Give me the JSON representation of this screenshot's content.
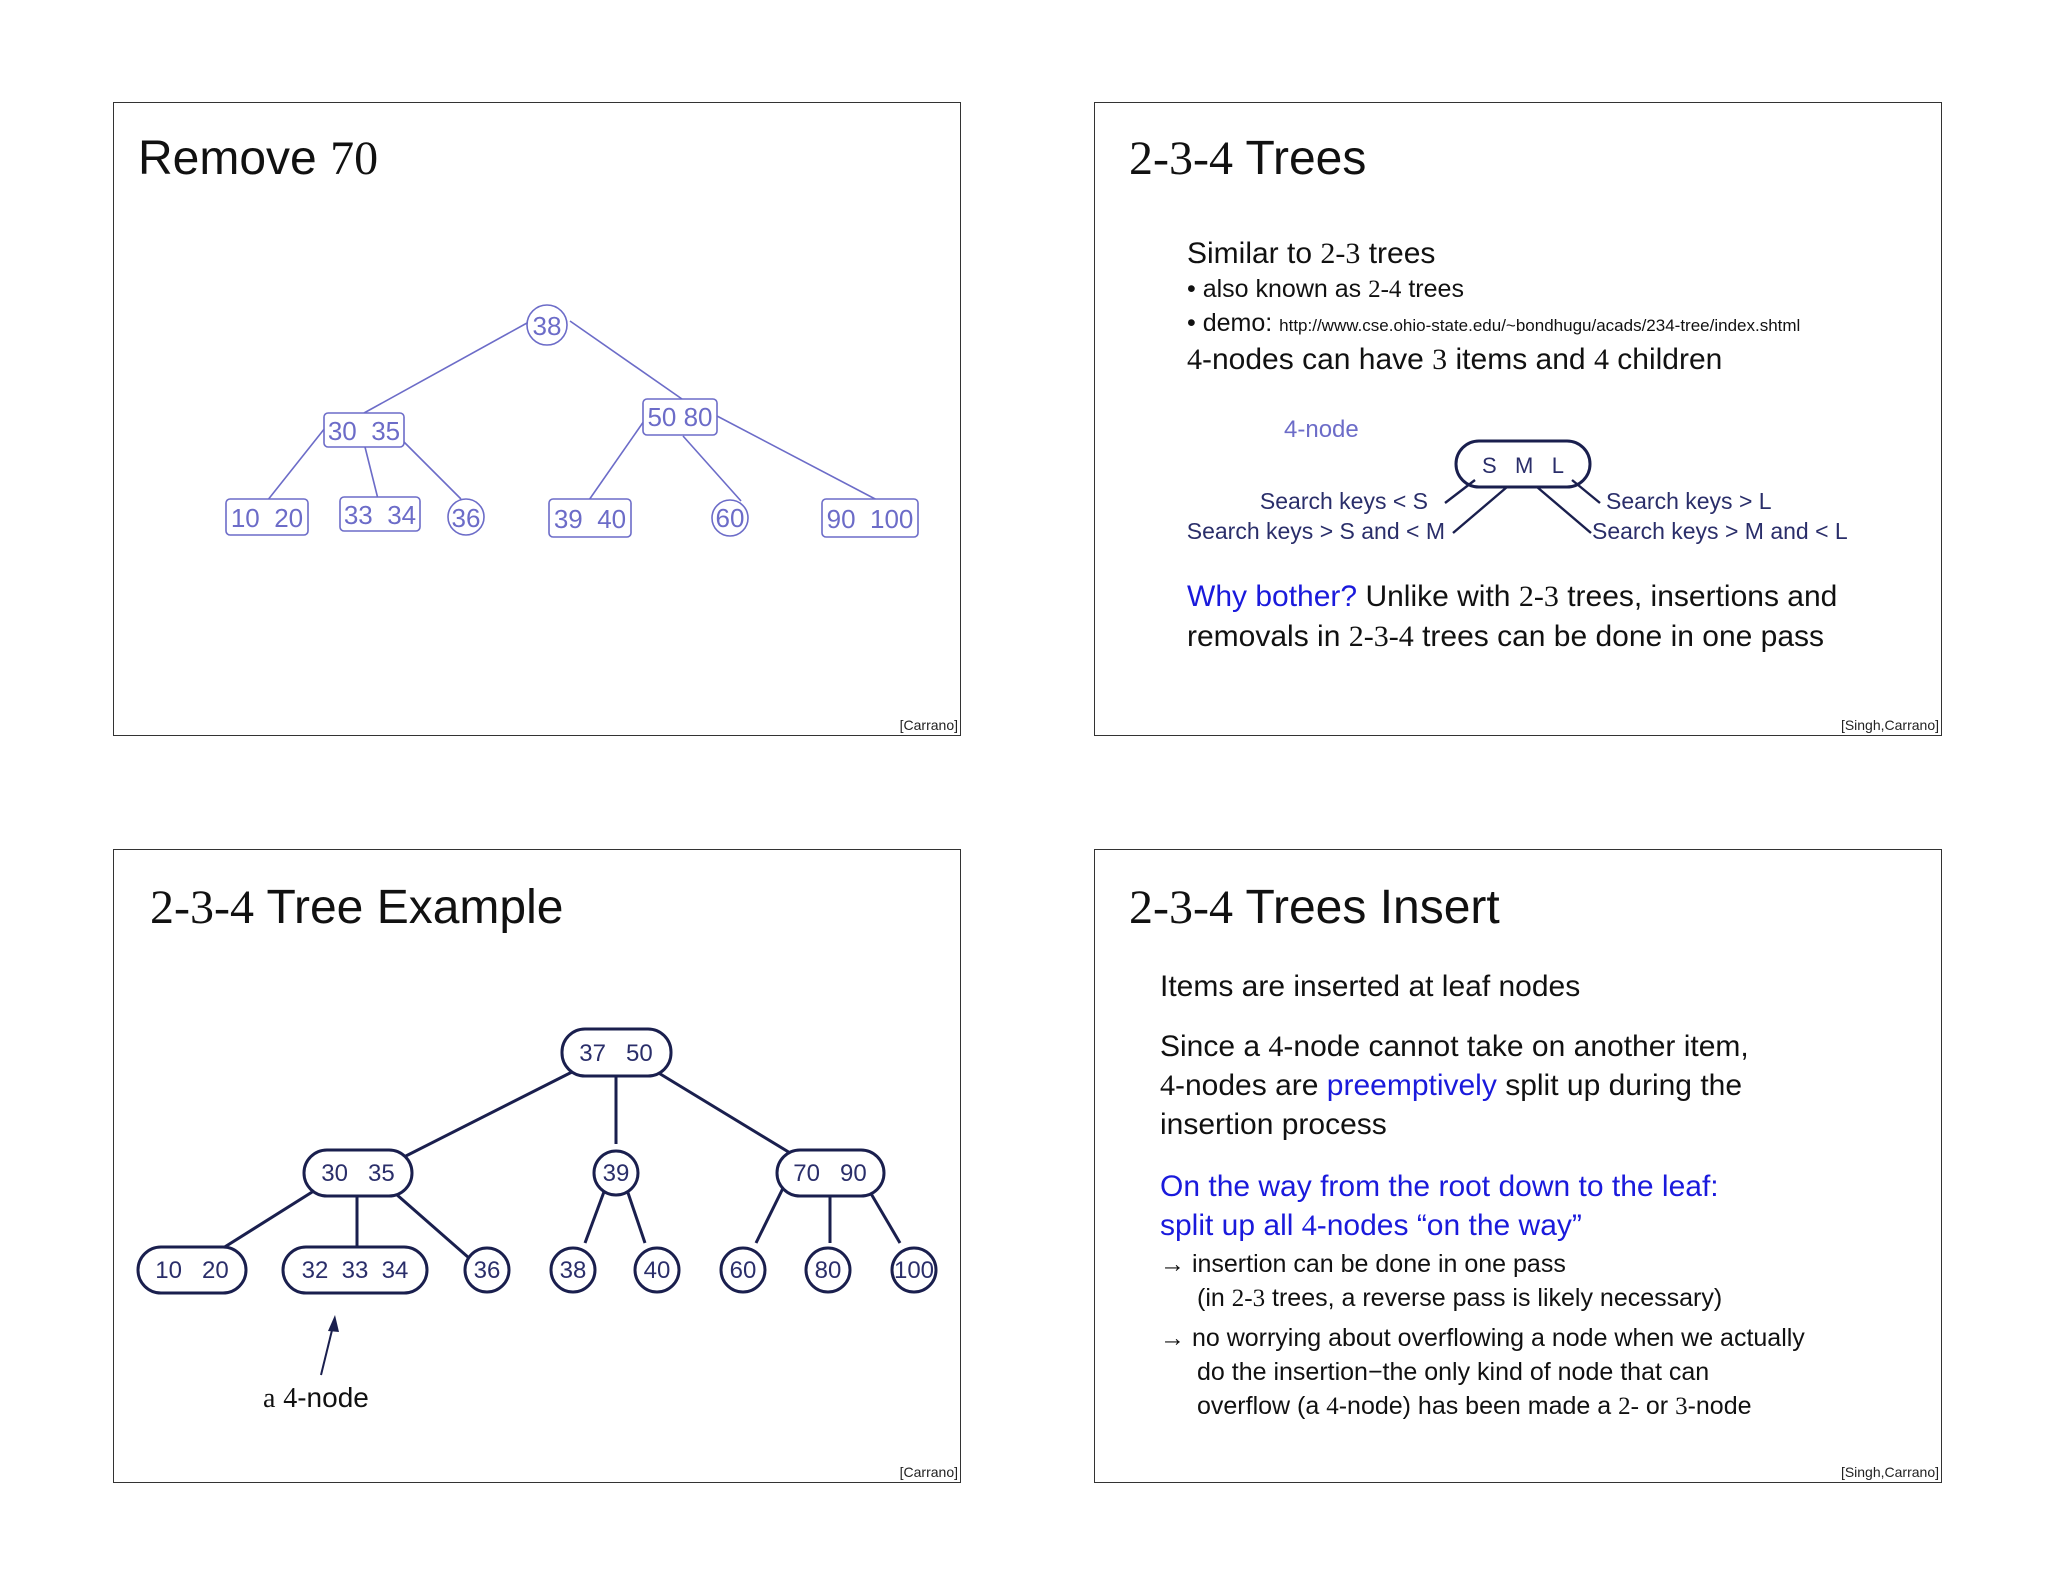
{
  "slide1": {
    "title_word": "Remove",
    "title_num": "70",
    "credit": "[Carrano]",
    "root": "38",
    "level1": [
      "30  35",
      "50 80"
    ],
    "leaves": [
      "10  20",
      "33  34",
      "36",
      "39  40",
      "60",
      "90  100"
    ]
  },
  "slide2": {
    "title_num": "2-3-4",
    "title_word": "Trees",
    "line1_a": "Similar to",
    "line1_num": "2-3",
    "line1_b": "trees",
    "bullet1_a": "• also known as",
    "bullet1_num": "2-4",
    "bullet1_b": "trees",
    "bullet2_label": "• demo:",
    "bullet2_url": "http://www.cse.ohio-state.edu/~bondhugu/acads/234-tree/index.shtml",
    "line2_num1": "4",
    "line2_a": "-nodes can have",
    "line2_num2": "3",
    "line2_b": "items and",
    "line2_num3": "4",
    "line2_c": "children",
    "node_label": "4-node",
    "node_keys": "S   M   L",
    "ann_left1": "Search keys < S",
    "ann_left2": "Search keys > S and < M",
    "ann_right1": "Search keys > L",
    "ann_right2": "Search keys > M and < L",
    "why": "Why bother?",
    "why_rest_a": "Unlike with",
    "why_num": "2-3",
    "why_rest_b": "trees, insertions and",
    "why_line2_a": "removals in",
    "why_line2_num": "2-3-4",
    "why_line2_b": "trees can be done in one pass",
    "credit": "[Singh,Carrano]"
  },
  "slide3": {
    "title_num": "2-3-4",
    "title_word": "Tree Example",
    "credit": "[Carrano]",
    "root": "37   50",
    "level1": [
      "30   35",
      "39",
      "70   90"
    ],
    "leaves": [
      "10   20",
      "32  33  34",
      "36",
      "38",
      "40",
      "60",
      "80",
      "100"
    ],
    "pointer_a": "a",
    "pointer_num": "4",
    "pointer_b": "-node"
  },
  "slide4": {
    "title_num": "2-3-4",
    "title_word": "Trees Insert",
    "p1": "Items are inserted at leaf nodes",
    "p2_l1_a": "Since a",
    "p2_l1_num": "4",
    "p2_l1_b": "-node cannot take on another item,",
    "p2_l2_num": "4",
    "p2_l2_a": "-nodes are",
    "p2_l2_blue": "preemptively",
    "p2_l2_b": "split up during the",
    "p2_l3": "insertion process",
    "p3_l1": "On the way from the root down to the leaf:",
    "p3_l2_a": "split up all",
    "p3_l2_num": "4",
    "p3_l2_b": "-nodes “on the way”",
    "arrow1_l1": "→ insertion can be done in one pass",
    "arrow1_l2_a": "(in",
    "arrow1_l2_num": "2-3",
    "arrow1_l2_b": "trees, a reverse pass is likely necessary)",
    "arrow2_l1": "→  no worrying about overflowing a node when we actually",
    "arrow2_l2": "do the insertion−the only kind of node that can",
    "arrow2_l3_a": "overflow (a",
    "arrow2_l3_num1": "4",
    "arrow2_l3_b": "-node) has been made a",
    "arrow2_l3_num2": "2-",
    "arrow2_l3_c": "or",
    "arrow2_l3_num3": "3",
    "arrow2_l3_d": "-node",
    "credit": "[Singh,Carrano]"
  },
  "colors": {
    "tree_purple": "#6c6cc8",
    "tree_navy": "#1a1f4e",
    "highlight_blue": "#1a1adc"
  }
}
